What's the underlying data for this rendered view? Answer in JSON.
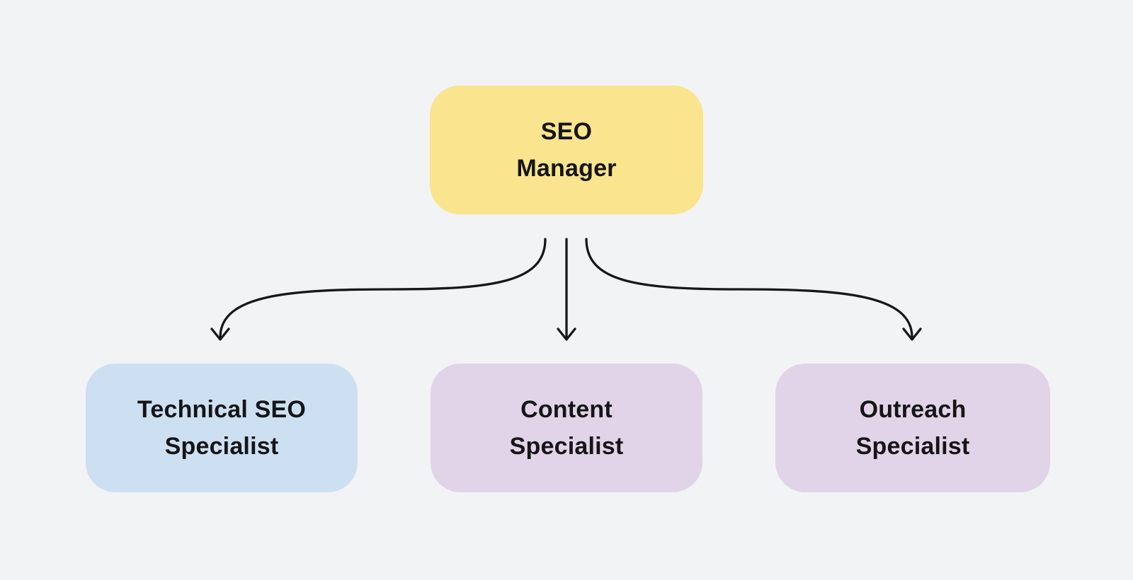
{
  "colors": {
    "background": "#F2F3F5",
    "connector": "#17171A",
    "text": "#151517",
    "manager_fill": "#FAE48D",
    "technical_fill": "#CDE0F2",
    "content_fill": "#E2D4E8",
    "outreach_fill": "#E2D4E8"
  },
  "nodes": {
    "manager": {
      "label": "SEO\nManager"
    },
    "technical": {
      "label": "Technical SEO\nSpecialist"
    },
    "content": {
      "label": "Content\nSpecialist"
    },
    "outreach": {
      "label": "Outreach\nSpecialist"
    }
  }
}
